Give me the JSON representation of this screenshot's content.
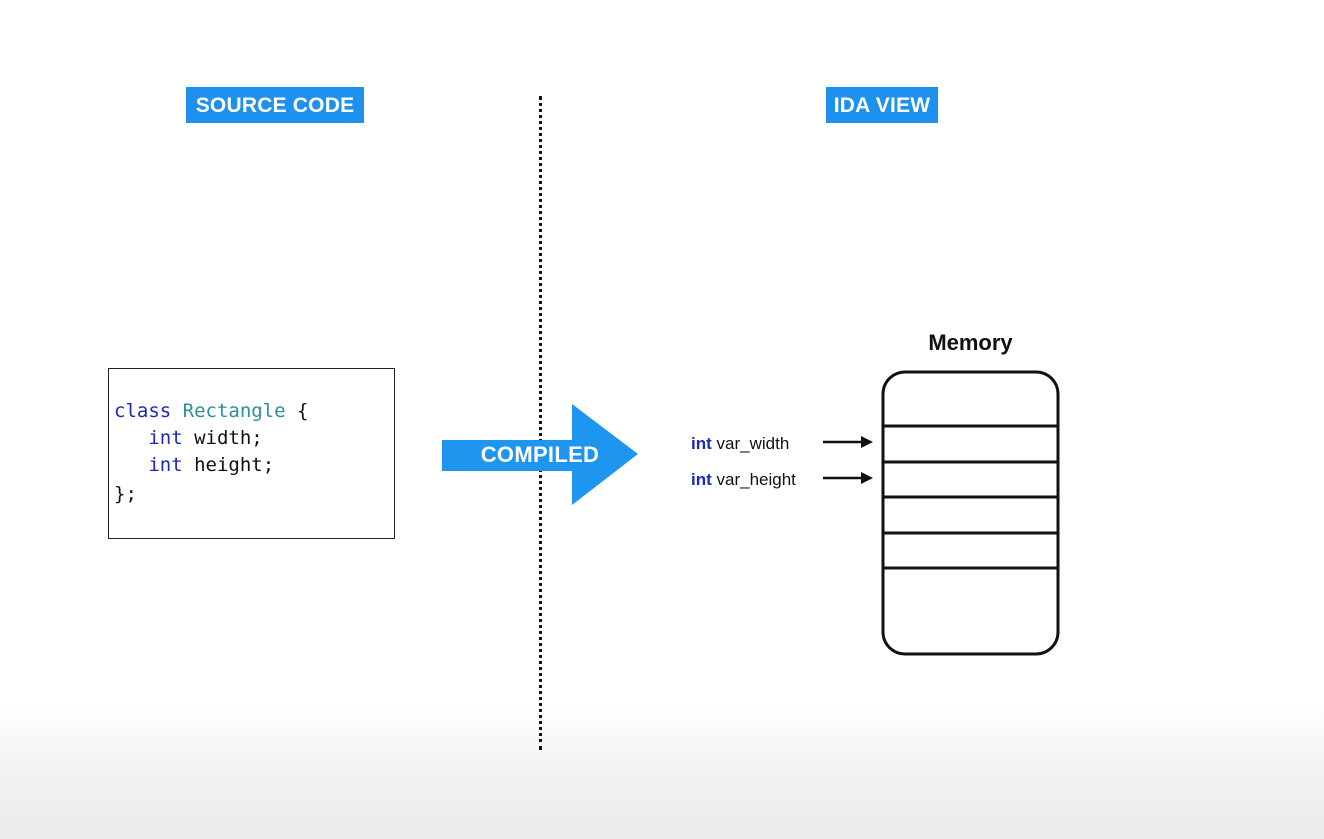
{
  "labels": {
    "source": "SOURCE CODE",
    "ida": "IDA VIEW"
  },
  "colors": {
    "label_background": "#1e90ee",
    "arrow_fill": "#1e96f0",
    "keyword_blue": "#1b28b8",
    "class_name_teal": "#2e8f9a"
  },
  "code": {
    "lines": [
      {
        "keyword": "class",
        "name": "Rectangle",
        "rest": " {"
      },
      {
        "indent": "   ",
        "type": "int",
        "rest": " width;"
      },
      {
        "indent": "   ",
        "type": "int",
        "rest": " height;"
      },
      {
        "rest": "};"
      }
    ]
  },
  "arrow": {
    "label": "COMPILED"
  },
  "variables": [
    {
      "type": "int",
      "name": "var_width"
    },
    {
      "type": "int",
      "name": "var_height"
    }
  ],
  "memory": {
    "title": "Memory",
    "rows": 6
  }
}
